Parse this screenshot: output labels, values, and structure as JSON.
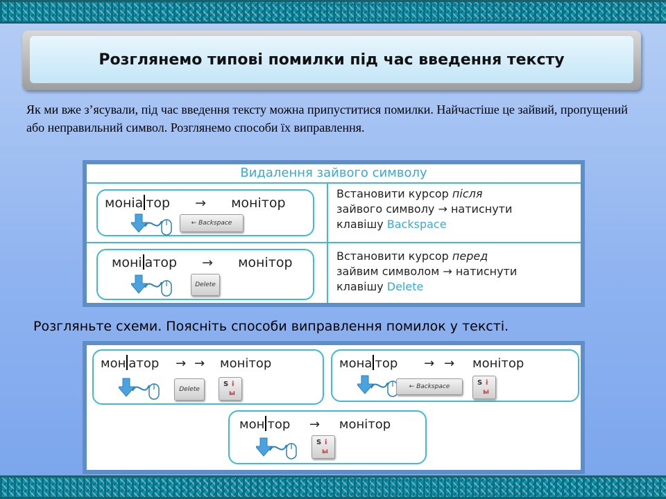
{
  "title": "Розглянемо типові помилки під час введення тексту",
  "intro": "Як ми вже з’ясували, під час введення тексту можна припуститися помилки. Найчастіше це зайвий, пропущений або неправильний символ. Розглянемо способи їх виправлення.",
  "panel1": {
    "header": "Видалення зайвого символу",
    "rows": [
      {
        "wrong_before": "моніа",
        "wrong_after": "тор",
        "correct": "монітор",
        "key_label": "Backspace",
        "instr_line1_a": "Встановити курсор ",
        "instr_line1_em": "після",
        "instr_line2": "зайвого символу → натиснути",
        "instr_line3_a": "клавішу ",
        "instr_key": "Backspace"
      },
      {
        "wrong_before": "моні",
        "wrong_after": "атор",
        "correct": "монітор",
        "key_label": "Delete",
        "instr_line1_a": "Встановити курсор ",
        "instr_line1_em": "перед",
        "instr_line2": "зайвим символом → натиснути",
        "instr_line3_a": "клавішу ",
        "instr_key": "Delete"
      }
    ]
  },
  "task": "Розгляньте схеми. Поясніть способи виправлення помилок у тексті.",
  "panel2": {
    "schemes": [
      {
        "wrong_before": "мон",
        "wrong_after": "атор",
        "correct": "монітор",
        "key_label": "Delete",
        "lang_s": "S",
        "lang_i": "i",
        "lang_y": "ы"
      },
      {
        "wrong_before": "мона",
        "wrong_after": "тор",
        "correct": "монітор",
        "key_label": "Backspace",
        "lang_s": "S",
        "lang_i": "i",
        "lang_y": "ы"
      },
      {
        "wrong_before": "мон",
        "wrong_after": "тор",
        "correct": "монітор",
        "lang_s": "S",
        "lang_i": "i",
        "lang_y": "ы"
      }
    ]
  },
  "colors": {
    "accent": "#39a9d0",
    "panel_border": "#5d8ec8",
    "line": "#3fb9d6"
  },
  "icons": [
    "arrow-down-icon",
    "mouse-icon",
    "backspace-arrow-icon"
  ]
}
